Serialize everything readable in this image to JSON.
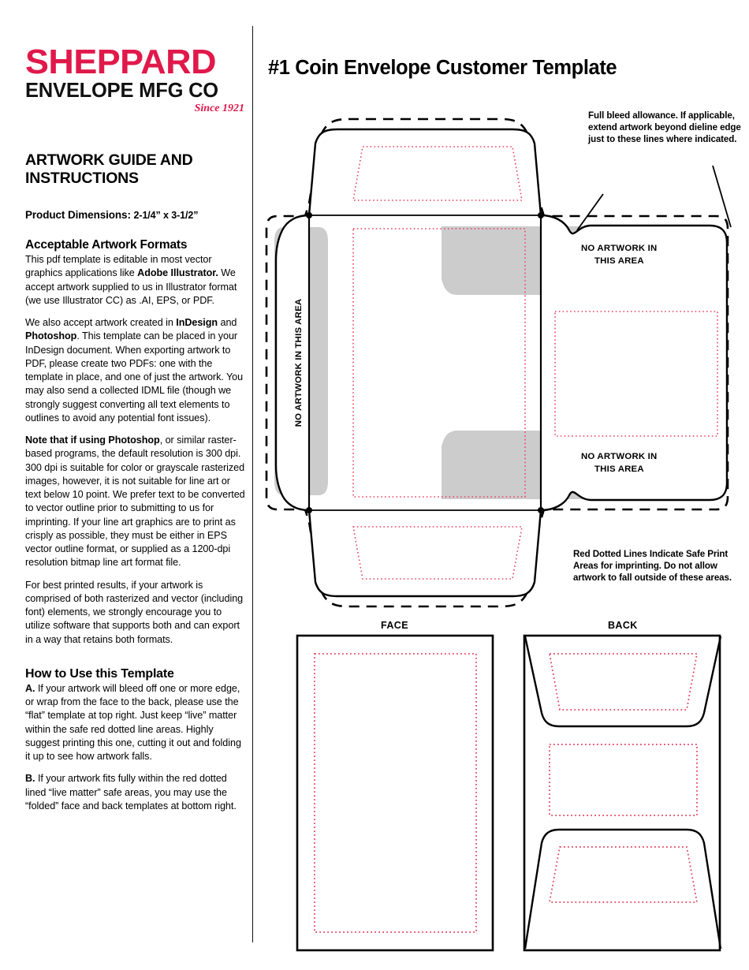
{
  "colors": {
    "brand_red": "#E0194B",
    "safe_area_dotted": "#E8455F",
    "dieline": "#000000",
    "no_artwork_fill": "#CCCCCC"
  },
  "logo": {
    "name_top": "SHEPPARD",
    "name_bottom": "ENVELOPE MFG CO",
    "tagline": "Since 1921"
  },
  "left_column": {
    "guide_title": "ARTWORK GUIDE AND INSTRUCTIONS",
    "dimensions_label": "Product Dimensions:",
    "dimensions_value": "2-1/4” x 3-1/2”",
    "formats_heading": "Acceptable Artwork Formats",
    "formats_p1_a": "This pdf template is editable in most vector graphics applications like ",
    "formats_p1_b": "Adobe Illustrator.",
    "formats_p1_c": " We accept artwork supplied to us in Illustrator format (we use Illustrator CC) as .AI, EPS, or PDF.",
    "formats_p2_a": "We also accept artwork created in ",
    "formats_p2_b": "InDesign",
    "formats_p2_c": " and ",
    "formats_p2_d": "Photoshop",
    "formats_p2_e": ". This template can be placed in your InDesign document. When exporting artwork to PDF, please create two PDFs: one with the template in place, and one of just the artwork. You may also send a collected IDML file (though we strongly suggest converting all text elements to outlines to avoid any potential font issues).",
    "note_p_a": "Note that if using Photoshop",
    "note_p_b": ", or similar raster-based programs, the default resolution is 300 dpi. 300 dpi is suitable for color or grayscale rasterized images, however, it is not suitable for line art or text below 10 point. We prefer text to be converted to vector outline prior to submitting to us for imprinting. If your line art graphics are to print as crisply as possible, they must be either in EPS vector outline format, or supplied as a 1200-dpi resolution bitmap line art format file.",
    "best_results_p": "For best printed results, if your artwork is comprised of both rasterized and vector (including font) elements, we strongly encourage you to utilize software that supports both and can export in a way that retains both formats.",
    "how_heading": "How to Use this Template",
    "how_a_label": "A.",
    "how_a_text": " If your artwork will bleed off one or more edge, or wrap from the face to the back, please use the “flat” template at top right. Just keep “live” matter within the safe red dotted line areas. Highly suggest printing this one, cutting it out and folding it up to see how artwork falls.",
    "how_b_label": "B.",
    "how_b_text": " If your artwork fits fully within the red dotted lined “live matter” safe areas, you may use the “folded” face and back templates at bottom right."
  },
  "right_column": {
    "title": "#1 Coin Envelope Customer Template",
    "note_bleed": "Full bleed allowance. If applicable, extend artwork beyond dieline edge just to these lines where indicated.",
    "note_red_dotted": "Red Dotted Lines Indicate Safe Print Areas for imprinting. Do not allow artwork to fall outside of these areas.",
    "no_artwork_label_line1": "NO ARTWORK IN",
    "no_artwork_label_line2": "THIS AREA",
    "no_artwork_side_flap": "NO ARTWORK IN THIS AREA",
    "folded_face_label": "FACE",
    "folded_back_label": "BACK"
  }
}
